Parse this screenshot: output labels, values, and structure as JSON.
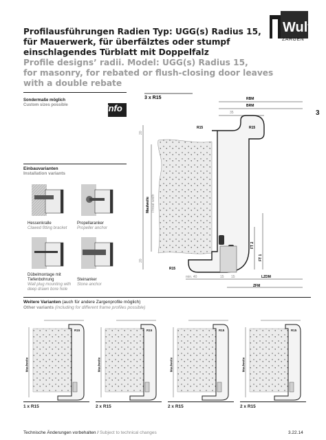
{
  "header": {
    "title_de_1": "Profilausführungen Radien Typ: UGG(s) Radius 15,",
    "title_de_2": "für Mauerwerk, für überfälztes oder stumpf",
    "title_de_3": "einschlagendes Türblatt mit Doppelfalz",
    "title_en_1": "Profile designs’ radii. Model: UGG(s) Radius 15,",
    "title_en_2": "for masonry, for rebated or flush-closing door leaves",
    "title_en_3": "with a double rebate"
  },
  "logo": {
    "brand": "Wulf",
    "sub": "ZARGEN"
  },
  "page_tab": "3",
  "info_box": {
    "de": "Sondermaße möglich",
    "en": "Custom sizes possible",
    "tag": "Info"
  },
  "installation": {
    "title_de": "Einbauvarianten",
    "title_en": "Installation variants",
    "items": [
      {
        "de": "Hessenkralle",
        "en": "Clawed fitting bracket"
      },
      {
        "de": "Propellaranker",
        "en": "Propeller anchor"
      },
      {
        "de": "Dübelmontage mit Tiefenbohrung",
        "en": "Wall plug mounting with deep drawn bore hole"
      },
      {
        "de": "Steinanker",
        "en": "Stone anchor"
      }
    ]
  },
  "main_drawing": {
    "title": "3 x R15",
    "labels": {
      "rbm": "RBM",
      "brm": "BRM",
      "dim35": "35",
      "r15_a": "R15",
      "r15_b": "R15",
      "r15_c": "R15",
      "maulweite_de": "Maulweite",
      "maulweite_en": "Throat width",
      "ft2": "FT 2",
      "ft1": "FT 1",
      "min40": "min. 40",
      "dim15a": "15",
      "dim15b": "15",
      "lzdm": "LZDM",
      "zfm": "ZFM",
      "dim20a": "20",
      "dim20b": "20"
    }
  },
  "more_variants": {
    "title_de": "Weitere Varianten",
    "note_de": "(auch für andere Zargenprofile möglich)",
    "title_en": "Other variants",
    "note_en": "(including for different frame profiles possible)",
    "items": [
      {
        "caption": "1 x R15",
        "r": "R15"
      },
      {
        "caption": "2 x R15",
        "r": "R15"
      },
      {
        "caption": "2 x R15",
        "r": "R15"
      },
      {
        "caption": "2 x R15",
        "r": "R15"
      }
    ],
    "side_label": "Maulweite"
  },
  "footer": {
    "left_de": "Technische Änderungen vorbehalten",
    "sep": "/",
    "left_en": "Subject to technical changes",
    "code": "3.22.14"
  }
}
